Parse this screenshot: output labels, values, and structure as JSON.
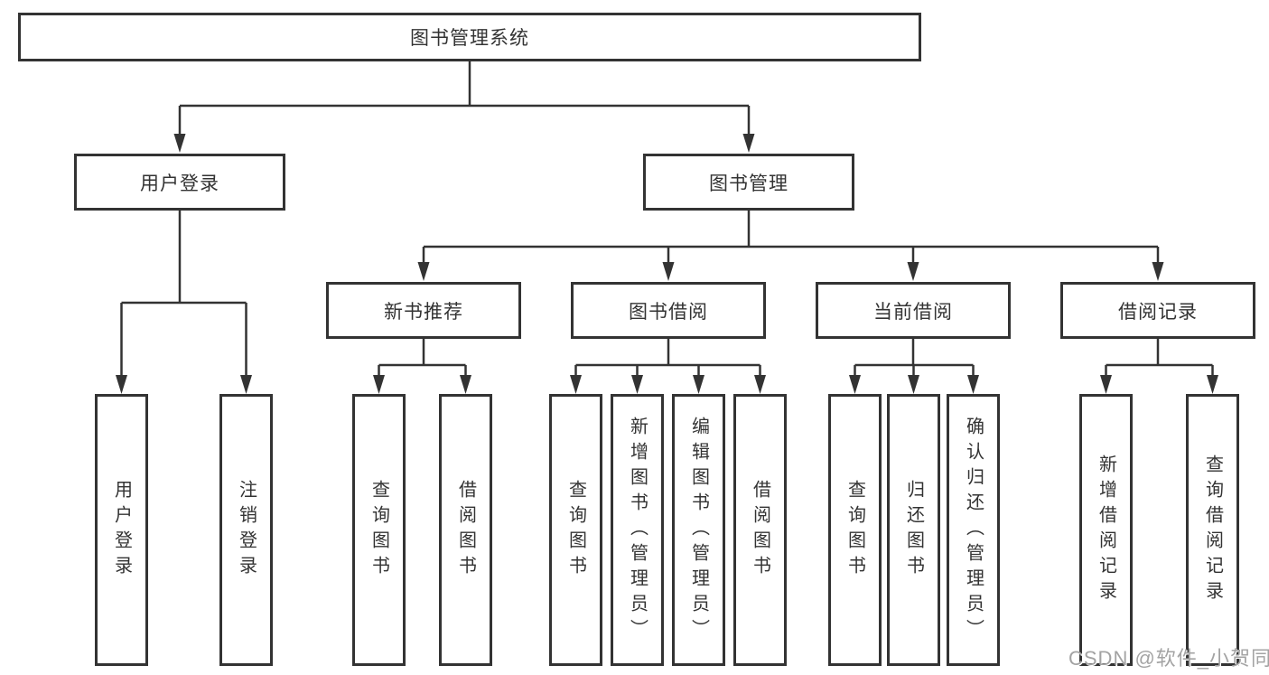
{
  "diagram_type": "tree-hierarchy",
  "tree": {
    "root": "图书管理系统",
    "children": [
      {
        "label": "用户登录",
        "children": [
          "用户登录",
          "注销登录"
        ]
      },
      {
        "label": "图书管理",
        "children": [
          {
            "label": "新书推荐",
            "children": [
              "查询图书",
              "借阅图书"
            ]
          },
          {
            "label": "图书借阅",
            "children": [
              "查询图书",
              "新增图书（管理员）",
              "编辑图书（管理员）",
              "借阅图书"
            ]
          },
          {
            "label": "当前借阅",
            "children": [
              "查询图书",
              "归还图书",
              "确认归还（管理员）"
            ]
          },
          {
            "label": "借阅记录",
            "children": [
              "新增借阅记录",
              "查询借阅记录"
            ]
          }
        ]
      }
    ]
  },
  "watermark": {
    "text": "CSDN @软件_小贺同学"
  },
  "colors": {
    "line": "#333333",
    "box_border": "#333333",
    "text": "#333333",
    "background": "#ffffff",
    "watermark": "#a3a3a3"
  }
}
